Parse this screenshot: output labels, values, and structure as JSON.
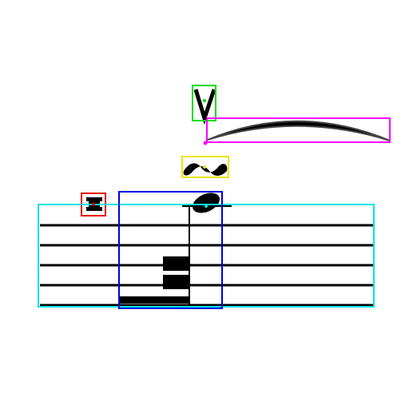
{
  "score": {
    "symbols": [
      "up-bow",
      "slur",
      "turn",
      "dot",
      "staff",
      "chord",
      "notehead",
      "stem",
      "beam"
    ],
    "annotation_colors": {
      "up-bow": "#00dd00",
      "slur": "#ff00ff",
      "turn": "#e6e600",
      "dot": "#e60000",
      "staff": "#00e5e5",
      "chord": "#0000e0"
    },
    "ink_color": "#000000"
  }
}
